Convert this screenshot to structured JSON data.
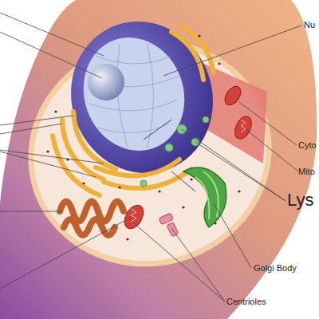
{
  "diagram": {
    "labels": [
      "Nu",
      "Cyto",
      "Mito",
      "Lys",
      "Golgi Body",
      "Centrioles"
    ]
  }
}
